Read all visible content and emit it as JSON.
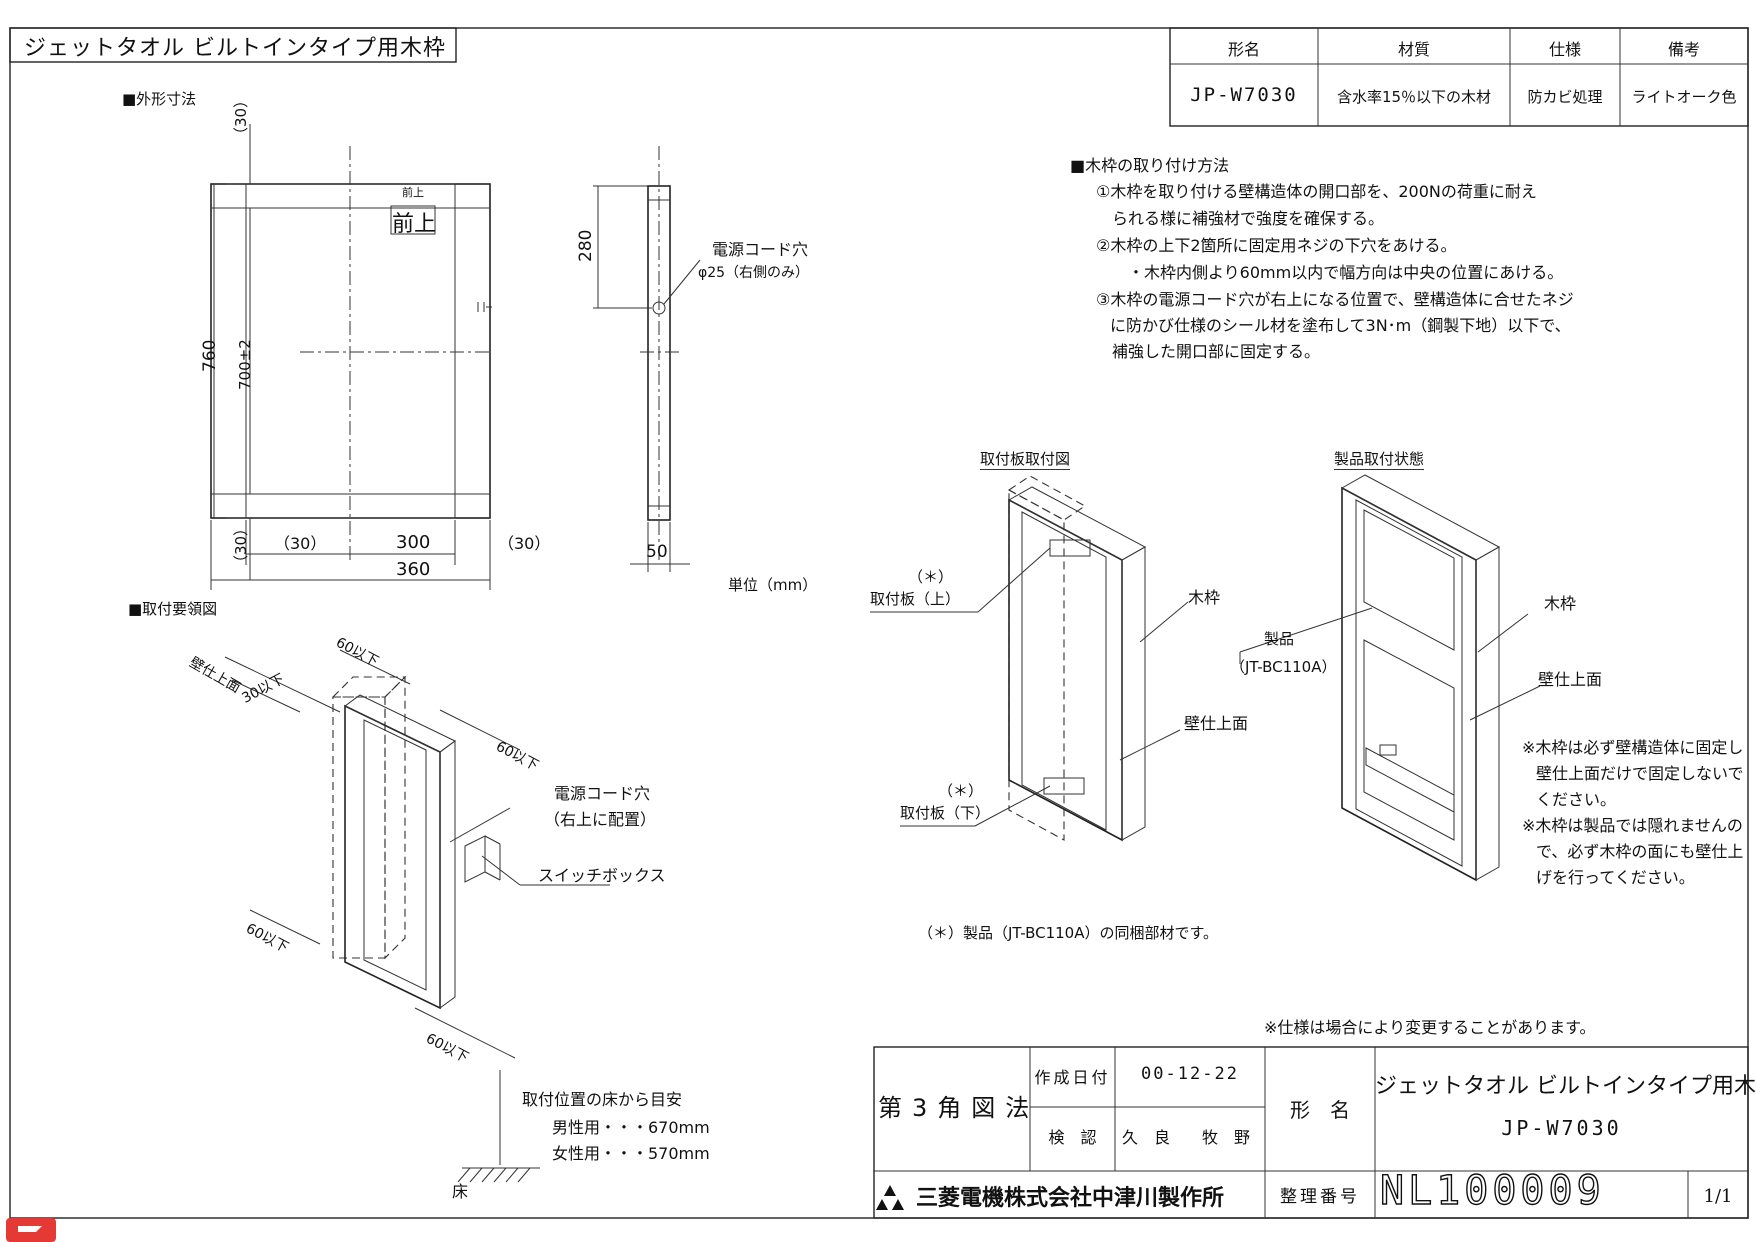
{
  "title_box": {
    "title": "ジェットタオル ビルトインタイプ用木枠"
  },
  "spec_table": {
    "headers": [
      "形名",
      "材質",
      "仕様",
      "備考"
    ],
    "row": [
      "JP-W7030",
      "含水率15％以下の木材",
      "防カビ処理",
      "ライトオーク色"
    ]
  },
  "sections": {
    "outline": "■外形寸法",
    "install_guide": "■取付要領図",
    "install_method_title": "■木枠の取り付け方法",
    "plate_figure": "取付板取付図",
    "product_figure": "製品取付状態"
  },
  "method_lines": [
    "①木枠を取り付ける壁構造体の開口部を、200Nの荷重に耐え",
    "られる様に補強材で強度を確保する。",
    "②木枠の上下2箇所に固定用ネジの下穴をあける。",
    "・木枠内側より60mm以内で幅方向は中央の位置にあける。",
    "③木枠の電源コード穴が右上になる位置で、壁構造体に合せたネジ",
    "に防かび仕様のシール材を塗布して3N･m（鋼製下地）以下で、",
    "補強した開口部に固定する。"
  ],
  "dims": {
    "d30_top": "（30）",
    "d760": "760",
    "d700": "700±2",
    "d30_bottom": "（30）",
    "d30_left": "（30）",
    "d300": "300",
    "d30_right": "（30）",
    "d360": "360",
    "d280": "280",
    "d50": "50",
    "front_top_small": "前上",
    "front_top_big": "前上",
    "cord_hole": "電源コード穴",
    "cord_hole_dia": "φ25（右側のみ）",
    "unit": "単位（mm）"
  },
  "install_labels": {
    "wall_finish": "壁仕上面",
    "d30_max": "30以下",
    "d60_max_1": "60以下",
    "d60_max_2": "60以下",
    "d60_max_3": "60以下",
    "d60_max_4": "60以下",
    "cord_hole": "電源コード穴",
    "cord_hole_pos": "（右上に配置）",
    "switch_box": "スイッチボックス",
    "floor_guide": "取付位置の床から目安",
    "male": "男性用・・・670mm",
    "female": "女性用・・・570mm",
    "floor": "床"
  },
  "plate_labels": {
    "star_top": "（＊）",
    "plate_top": "取付板（上）",
    "star_bottom": "（＊）",
    "plate_bottom": "取付板（下）",
    "wood_frame": "木枠",
    "wall_finish": "壁仕上面",
    "note": "（＊）製品（JT-BC110A）の同梱部材です。"
  },
  "product_labels": {
    "product": "製品",
    "model": "（JT-BC110A）",
    "wood_frame": "木枠",
    "wall_finish": "壁仕上面",
    "notes": [
      "※木枠は必ず壁構造体に固定し",
      "壁仕上面だけで固定しないで",
      "ください。",
      "※木枠は製品では隠れませんの",
      "で、必ず木枠の面にも壁仕上",
      "げを行ってください。"
    ]
  },
  "spec_note": "※仕様は場合により変更することがあります。",
  "title_block": {
    "projection": "第3角図法",
    "created_label": "作成日付",
    "created_date": "00-12-22",
    "check_label": "検　認",
    "checker1": "久　良",
    "checker2": "牧　野",
    "model_label": "形　名",
    "product_name": "ジェットタオル ビルトインタイプ用木枠",
    "model": "JP-W7030",
    "company": "三菱電機株式会社中津川製作所",
    "ref_label": "整理番号",
    "ref_number": "NL100009",
    "page": "1/1"
  }
}
